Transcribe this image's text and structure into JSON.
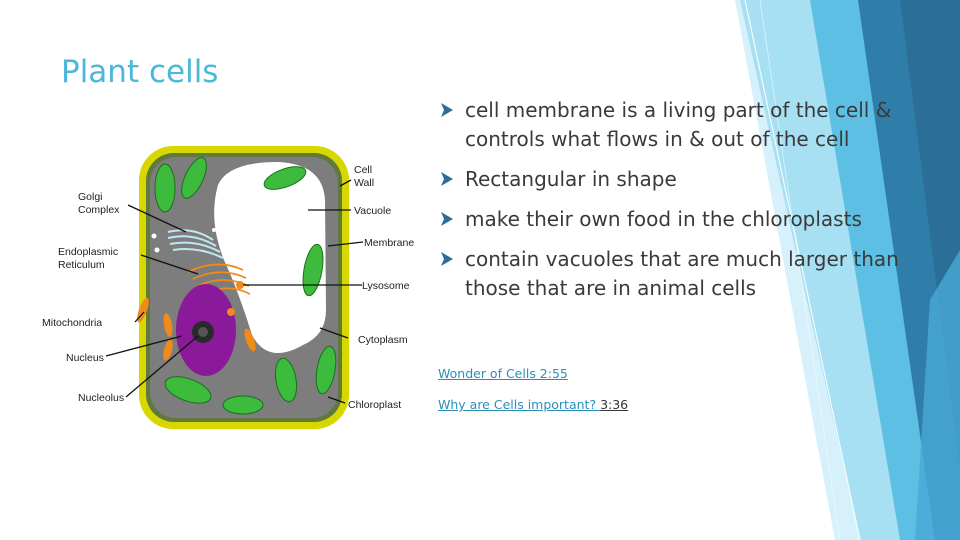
{
  "slide": {
    "title": "Plant cells",
    "bullets": [
      "cell membrane is a living part of the cell & controls what flows in & out of the cell",
      "Rectangular in shape",
      "make their own food in the chloroplasts",
      "contain vacuoles that are much larger than those that are in animal cells"
    ],
    "links": [
      {
        "text": "Wonder of Cells 2:55",
        "suffix": ""
      },
      {
        "text": "Why are Cells important? ",
        "suffix": "3:36"
      }
    ]
  },
  "diagram": {
    "labels_right": [
      "Cell",
      "Wall",
      "Vacuole",
      "Membrane",
      "Lysosome",
      "Cytoplasm",
      "Chloroplast"
    ],
    "labels_left": [
      "Golgi",
      "Complex",
      "Endoplasmic",
      "Reticulum",
      "Mitochondria",
      "Nucleus",
      "Nucleolus"
    ]
  },
  "colors": {
    "title": "#4bb8d8",
    "accent_dark": "#2b6f98",
    "accent_mid": "#4fb7de",
    "accent_light": "#9fdcf2",
    "cell_wall": "#d8d800",
    "cytoplasm": "#7d7d7d",
    "nucleus": "#8a1a9a",
    "chloroplast": "#3dbb3d",
    "mitochondria": "#f08a1a"
  }
}
